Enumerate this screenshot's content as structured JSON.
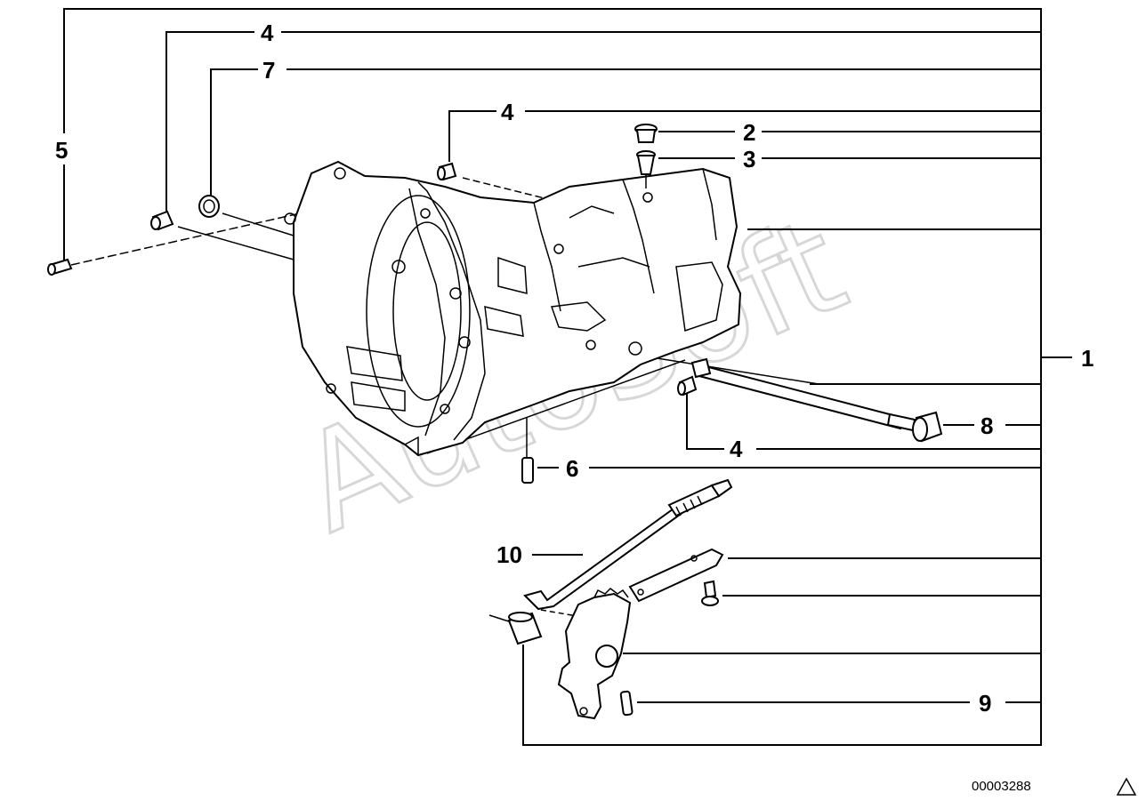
{
  "watermark": "AutoSoft",
  "reference_number": "00003288",
  "warning_symbol": "warning-triangle-icon",
  "callouts": {
    "c1": "1",
    "c2": "2",
    "c3": "3",
    "c4a": "4",
    "c4b": "4",
    "c4c": "4",
    "c5": "5",
    "c6": "6",
    "c7": "7",
    "c8": "8",
    "c9": "9",
    "c10": "10"
  }
}
